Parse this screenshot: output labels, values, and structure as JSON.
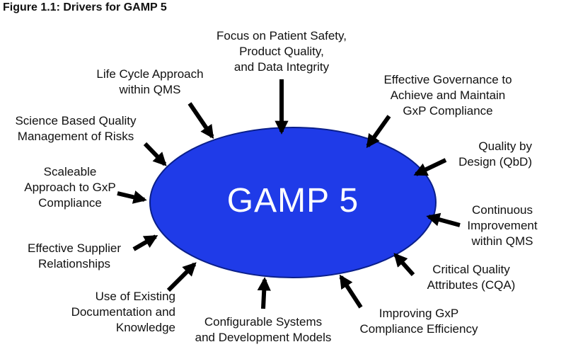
{
  "figure_title": "Figure 1.1: Drivers for GAMP 5",
  "hub": {
    "label": "GAMP 5",
    "fill": "#1F3BE8",
    "stroke": "#0A1F8A"
  },
  "arrow_color": "#000000",
  "drivers": {
    "top": [
      "Focus on Patient Safety,",
      "Product Quality,",
      "and Data Integrity"
    ],
    "life_cycle": [
      "Life Cycle Approach",
      "within QMS"
    ],
    "governance": [
      "Effective Governance to",
      "Achieve and Maintain",
      "GxP Compliance"
    ],
    "science": [
      "Science Based Quality",
      "Management of Risks"
    ],
    "qbd": [
      "Quality by",
      "Design (QbD)"
    ],
    "scaleable": [
      "Scaleable",
      "Approach to GxP",
      "Compliance"
    ],
    "continuous": [
      "Continuous",
      "Improvement",
      "within QMS"
    ],
    "supplier": [
      "Effective Supplier",
      "Relationships"
    ],
    "cqa": [
      "Critical Quality",
      "Attributes (CQA)"
    ],
    "existing_docs": [
      "Use of Existing",
      "Documentation and",
      "Knowledge"
    ],
    "configurable": [
      "Configurable Systems",
      "and Development Models"
    ],
    "efficiency": [
      "Improving GxP",
      "Compliance Efficiency"
    ]
  }
}
